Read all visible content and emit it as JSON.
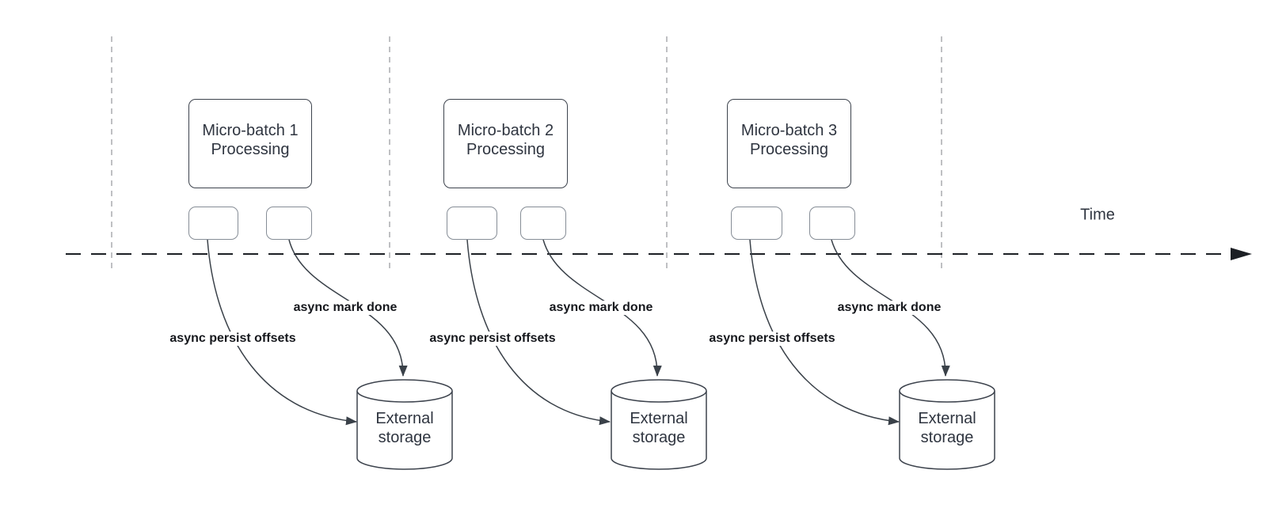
{
  "time_axis": {
    "label": "Time"
  },
  "groups": [
    {
      "title": "Micro-batch 1 Processing",
      "persist_label": "async persist offsets",
      "mark_label": "async mark done",
      "storage_title": "External storage"
    },
    {
      "title": "Micro-batch 2 Processing",
      "persist_label": "async persist offsets",
      "mark_label": "async mark done",
      "storage_title": "External storage"
    },
    {
      "title": "Micro-batch 3 Processing",
      "persist_label": "async persist offsets",
      "mark_label": "async mark done",
      "storage_title": "External storage"
    }
  ],
  "colors": {
    "node_border": "#3d434d",
    "subnode_border": "#868d96",
    "connector": "#3a4149",
    "timeline": "#1c1f24",
    "lane_divider": "#aaacaf",
    "node_text": "#2f3540",
    "label_text": "#16181d",
    "background": "#ffffff"
  }
}
